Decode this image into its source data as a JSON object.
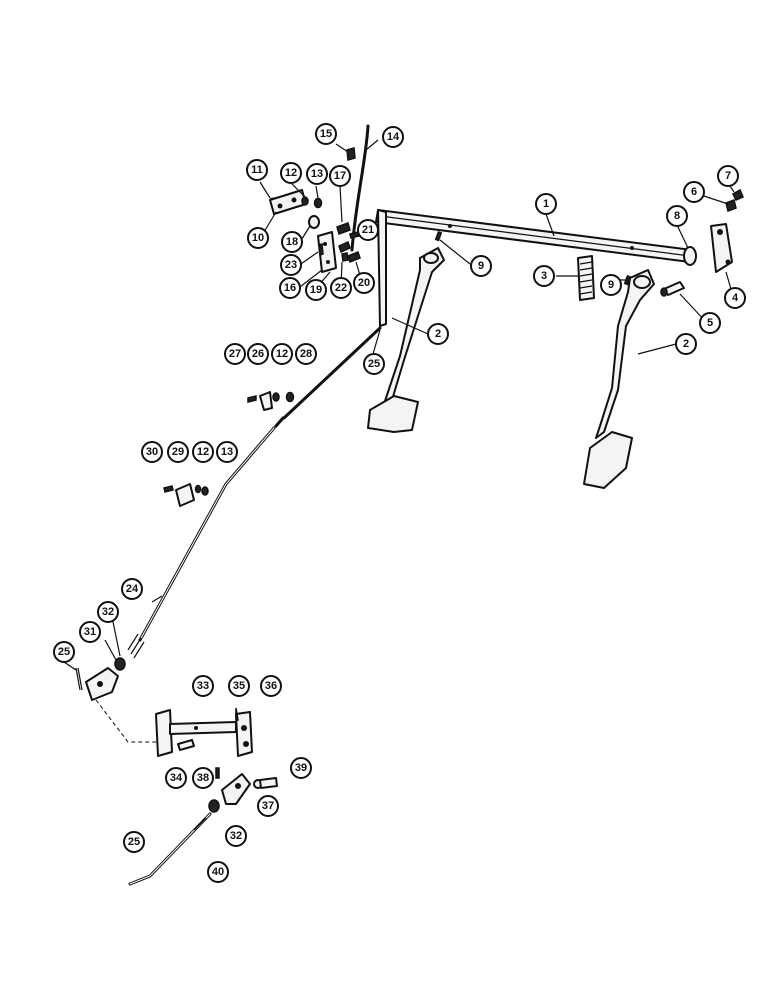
{
  "callouts": [
    "1",
    "2",
    "2",
    "3",
    "4",
    "5",
    "6",
    "7",
    "8",
    "9",
    "9",
    "10",
    "11",
    "12",
    "12",
    "12",
    "13",
    "13",
    "14",
    "15",
    "16",
    "17",
    "18",
    "19",
    "20",
    "21",
    "22",
    "23",
    "24",
    "25",
    "25",
    "25",
    "26",
    "27",
    "28",
    "29",
    "30",
    "31",
    "32",
    "32",
    "33",
    "34",
    "35",
    "36",
    "37",
    "38",
    "39",
    "40"
  ]
}
